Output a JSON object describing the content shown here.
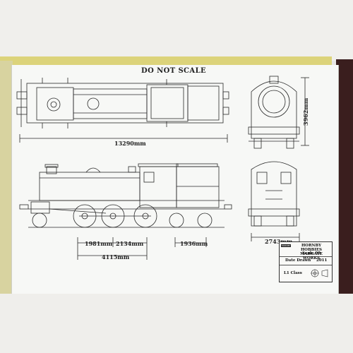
{
  "sheet": {
    "heading": "DO NOT SCALE"
  },
  "dimensions": {
    "overall_length": "13290mm",
    "height": "3962mm",
    "wheelbase_a": "1981mm",
    "wheelbase_b": "2134mm",
    "wheelbase_total": "4115mm",
    "trailing": "1936mm",
    "width": "2743mm"
  },
  "title_block": {
    "logo": "HORNBY",
    "company_line1": "HORNBY HOBBIES",
    "company_line2": "MARGATE WORKS",
    "scale": "Scale 00",
    "date_label": "Date Drawn",
    "date_value": "2011",
    "model_label": "L1 Class"
  },
  "colors": {
    "sheet": "#f7f8f6",
    "line": "#2a2a2a",
    "frame_yellow": "#dcd37a",
    "frame_dark": "#3a1e1e"
  }
}
